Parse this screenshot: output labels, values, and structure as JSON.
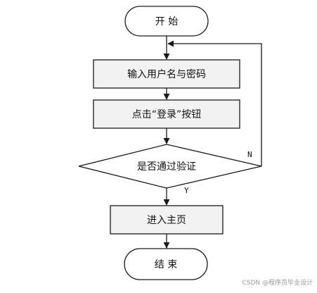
{
  "flowchart": {
    "start": "开 始",
    "step_input": "输入用户名与密码",
    "step_click": "点击“登录”按钮",
    "decision": "是否通过验证",
    "step_home": "进入主页",
    "end": "结 束",
    "label_no": "N",
    "label_yes": "Y"
  },
  "watermark": "CSDN @程序员毕业设计",
  "colors": {
    "stroke": "#1a1a1a",
    "rect_fill": "#f2f2f2",
    "terminal_fill": "#ffffff"
  }
}
